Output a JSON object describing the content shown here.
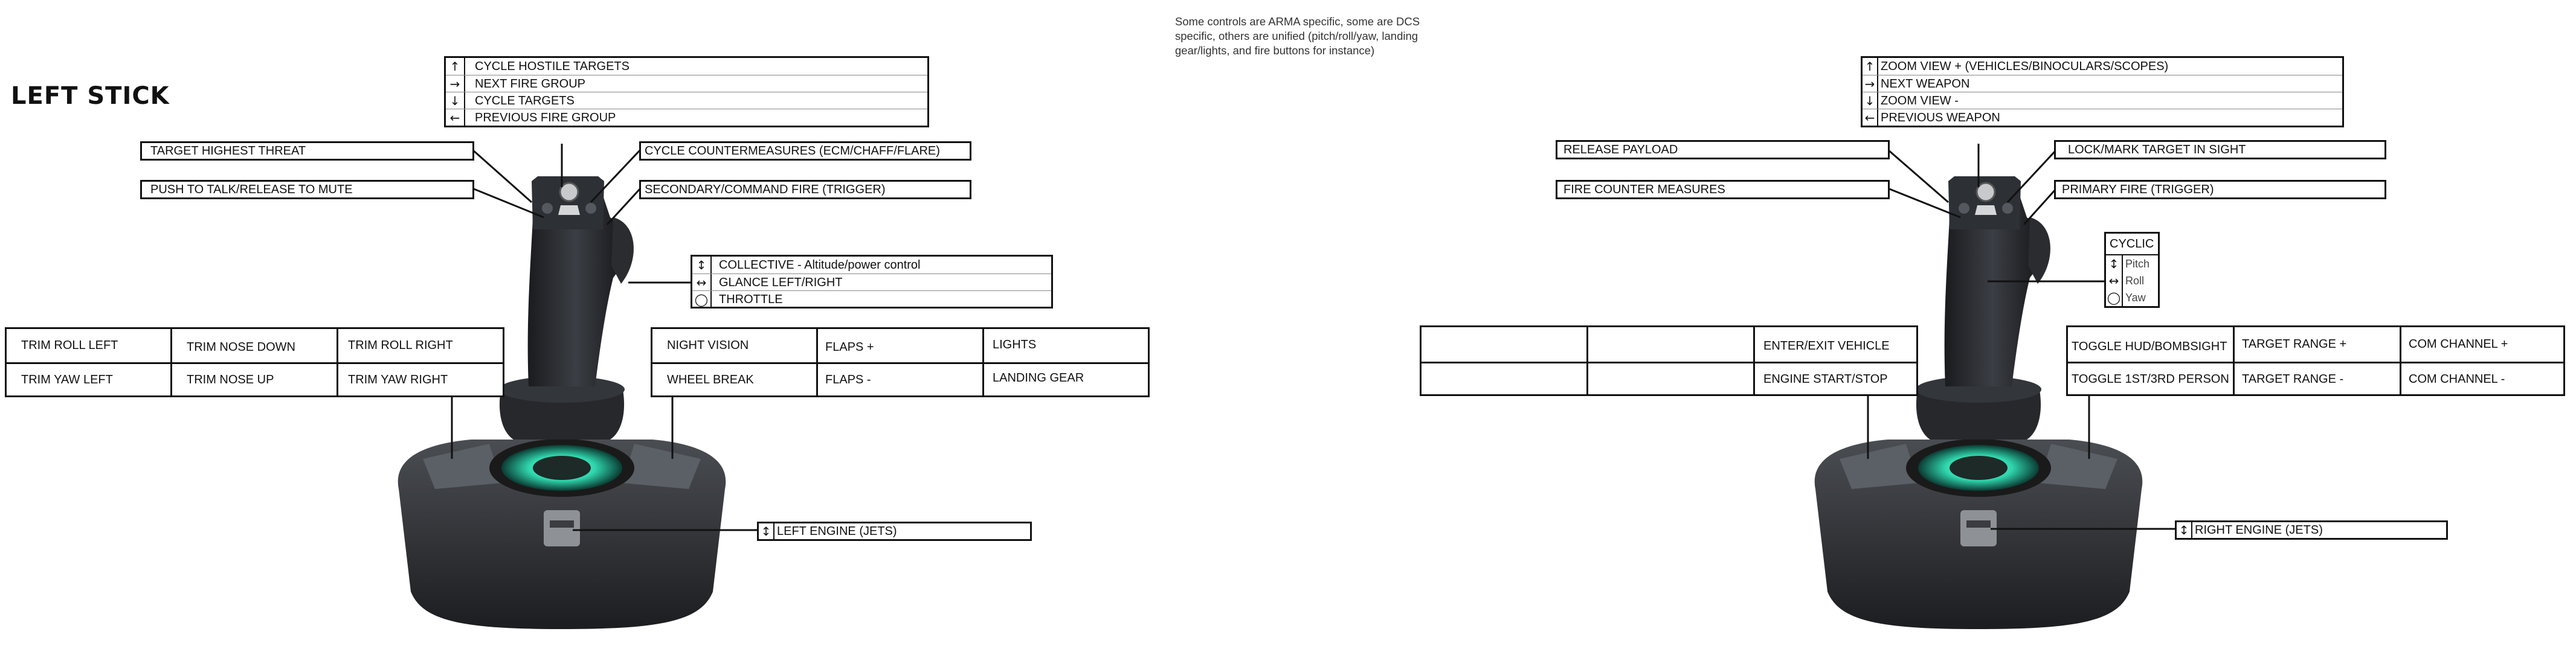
{
  "page_title": "LEFT STICK",
  "note": "Some controls are ARMA specific, some are DCS specific, others are unified (pitch/roll/yaw, landing gear/lights, and fire buttons for instance)",
  "left": {
    "hat": [
      {
        "icon": "↑",
        "label": "CYCLE HOSTILE TARGETS"
      },
      {
        "icon": "→",
        "label": "NEXT FIRE GROUP"
      },
      {
        "icon": "↓",
        "label": "CYCLE TARGETS"
      },
      {
        "icon": "←",
        "label": "PREVIOUS FIRE GROUP"
      }
    ],
    "btn_top_left": "TARGET HIGHEST THREAT",
    "btn_mid_left": "PUSH TO TALK/RELEASE TO MUTE",
    "btn_top_right": "CYCLE COUNTERMEASURES (ECM/CHAFF/FLARE)",
    "btn_mid_right": "SECONDARY/COMMAND FIRE (TRIGGER)",
    "axes": [
      {
        "icon": "↕",
        "label": "COLLECTIVE - Altitude/power control"
      },
      {
        "icon": "↔",
        "label": "GLANCE LEFT/RIGHT"
      },
      {
        "icon": "◯",
        "label": "THROTTLE"
      }
    ],
    "base_left": [
      [
        "TRIM ROLL LEFT",
        "TRIM NOSE DOWN",
        "TRIM ROLL RIGHT"
      ],
      [
        "TRIM YAW LEFT",
        "TRIM NOSE UP",
        "TRIM YAW RIGHT"
      ]
    ],
    "base_right": [
      [
        "NIGHT VISION",
        "FLAPS +",
        "LIGHTS"
      ],
      [
        "WHEEL BREAK",
        "FLAPS -",
        "LANDING GEAR"
      ]
    ],
    "engine": {
      "icon": "↕",
      "label": "LEFT ENGINE (JETS)"
    }
  },
  "right": {
    "hat": [
      {
        "icon": "↑",
        "label": "ZOOM VIEW + (VEHICLES/BINOCULARS/SCOPES)"
      },
      {
        "icon": "→",
        "label": "NEXT WEAPON"
      },
      {
        "icon": "↓",
        "label": "ZOOM VIEW -"
      },
      {
        "icon": "←",
        "label": "PREVIOUS WEAPON"
      }
    ],
    "btn_top_left": "RELEASE PAYLOAD",
    "btn_mid_left": "FIRE COUNTER MEASURES",
    "btn_top_right": "LOCK/MARK TARGET IN SIGHT",
    "btn_mid_right": "PRIMARY FIRE (TRIGGER)",
    "cyclic": {
      "title": "CYCLIC",
      "rows": [
        {
          "icon": "↕",
          "label": "Pitch"
        },
        {
          "icon": "↔",
          "label": "Roll"
        },
        {
          "icon": "◯",
          "label": "Yaw"
        }
      ]
    },
    "base_left": [
      [
        "",
        "",
        "ENTER/EXIT VEHICLE"
      ],
      [
        "",
        "",
        "ENGINE START/STOP"
      ]
    ],
    "base_right": [
      [
        "TOGGLE HUD/BOMBSIGHT",
        "TARGET RANGE +",
        "COM CHANNEL +"
      ],
      [
        "TOGGLE 1ST/3RD PERSON",
        "TARGET RANGE -",
        "COM CHANNEL -"
      ]
    ],
    "engine": {
      "icon": "↕",
      "label": "RIGHT ENGINE (JETS)"
    }
  }
}
